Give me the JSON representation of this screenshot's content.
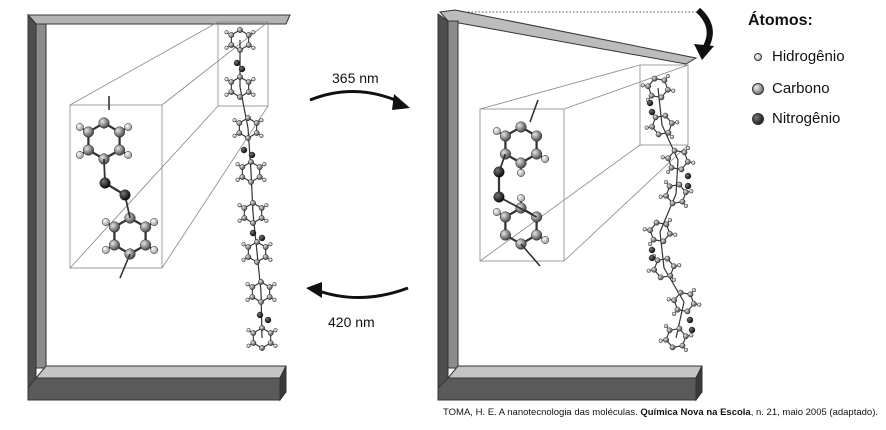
{
  "legend": {
    "title": "Átomos:",
    "items": [
      {
        "label": "Hidrogênio",
        "color": "#d8d8d8",
        "icon": "small-light-sphere"
      },
      {
        "label": "Carbono",
        "color": "#8a8a8a",
        "icon": "medium-gray-sphere"
      },
      {
        "label": "Nitrogênio",
        "color": "#2a2a2a",
        "icon": "dark-sphere"
      }
    ]
  },
  "arrows": {
    "forward_label": "365 nm",
    "backward_label": "420 nm"
  },
  "caption": {
    "prefix": "TOMA, H. E. A nanotecnologia das moléculas. ",
    "journal": "Química Nova na Escola",
    "suffix": ", n. 21, maio 2005 (adaptado)."
  },
  "colors": {
    "hydrogen": "#d8d8d8",
    "carbon": "#8a8a8a",
    "nitrogen": "#2a2a2a",
    "support_dark": "#555555",
    "support_light": "#a8a8a8"
  }
}
